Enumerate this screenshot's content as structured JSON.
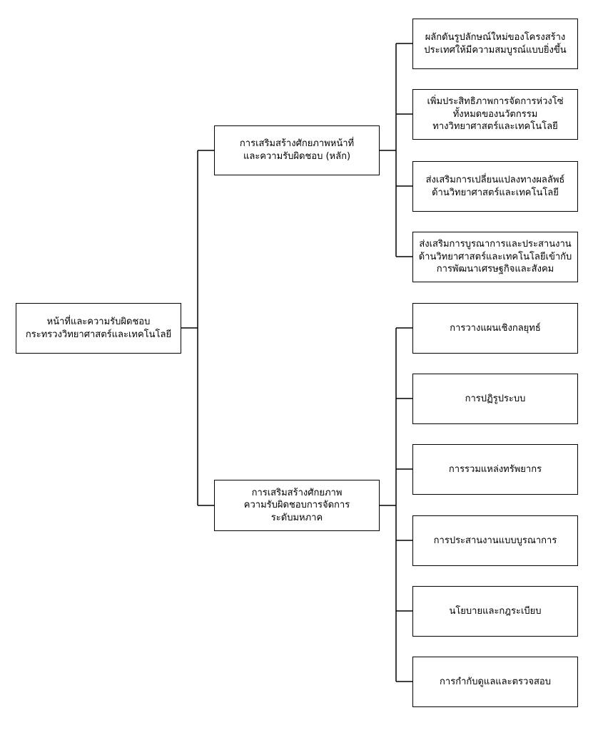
{
  "root": {
    "label": "หน้าที่และความรับผิดชอบ\nกระทรวงวิทยาศาสตร์และเทคโนโลยี"
  },
  "branches": [
    {
      "label": "การเสริมสร้างศักยภาพหน้าที่\nและความรับผิดชอบ (หลัก)",
      "children": [
        {
          "label": "ผลักดันรูปลักษณ์ใหม่ของโครงสร้าง\nประเทศให้มีความสมบูรณ์แบบยิ่งขึ้น"
        },
        {
          "label": "เพิ่มประสิทธิภาพการจัดการห่วงโซ่\nทั้งหมดของนวัตกรรม\nทางวิทยาศาสตร์และเทคโนโลยี"
        },
        {
          "label": "ส่งเสริมการเปลี่ยนแปลงทางผลลัพธ์\nด้านวิทยาศาสตร์และเทคโนโลยี"
        },
        {
          "label": "ส่งเสริมการบูรณาการและประสานงาน\nด้านวิทยาศาสตร์และเทคโนโลยีเข้ากับ\nการพัฒนาเศรษฐกิจและสังคม"
        }
      ]
    },
    {
      "label": "การเสริมสร้างศักยภาพ\nความรับผิดชอบการจัดการ\nระดับมหภาค",
      "children": [
        {
          "label": "การวางแผนเชิงกลยุทธ์"
        },
        {
          "label": "การปฏิรูประบบ"
        },
        {
          "label": "การรวมแหล่งทรัพยากร"
        },
        {
          "label": "การประสานงานแบบบูรณาการ"
        },
        {
          "label": "นโยบายและกฎระเบียบ"
        },
        {
          "label": "การกำกับดูแลและตรวจสอบ"
        }
      ]
    }
  ]
}
